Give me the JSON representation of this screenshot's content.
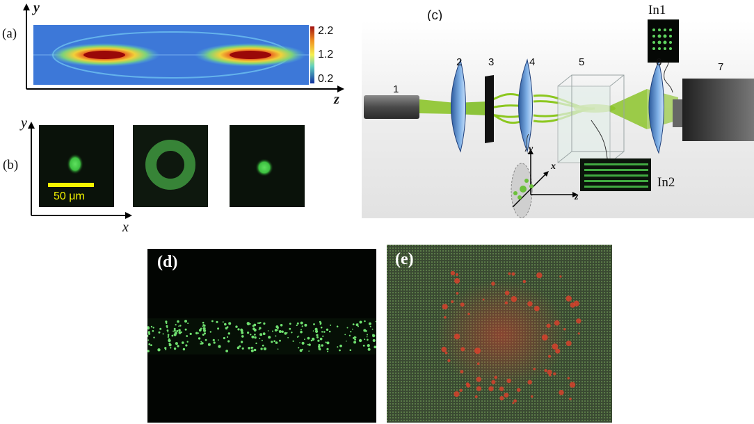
{
  "panel_a": {
    "label": "(a)",
    "y_axis": "y",
    "z_axis": "z",
    "colorbar_ticks": [
      "2.2",
      "1.2",
      "0.2"
    ]
  },
  "panel_b": {
    "label": "(b)",
    "y_axis": "y",
    "x_axis": "x",
    "scale_bar": "50 μm"
  },
  "panel_c": {
    "label": "(c)",
    "component_numbers": [
      "1",
      "2",
      "3",
      "4",
      "5",
      "6",
      "7"
    ],
    "inset1_label": "In1",
    "inset2_label": "In2",
    "axes": {
      "y": "y",
      "x": "x",
      "z": "z"
    }
  },
  "panel_d": {
    "label": "(d)"
  },
  "panel_e": {
    "label": "(e)"
  }
}
